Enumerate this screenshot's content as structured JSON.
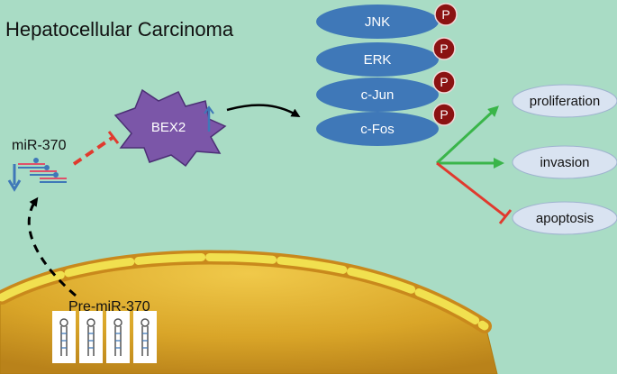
{
  "title": "Hepatocellular Carcinoma",
  "mirna": {
    "label": "miR-370",
    "precursor_label": "Pre-miR-370"
  },
  "target": {
    "label": "BEX2"
  },
  "kinases": [
    {
      "label": "JNK",
      "badge": "P"
    },
    {
      "label": "ERK",
      "badge": "P"
    },
    {
      "label": "c-Jun",
      "badge": "P"
    },
    {
      "label": "c-Fos",
      "badge": "P"
    }
  ],
  "outcomes": [
    {
      "label": "proliferation",
      "effect": "promote"
    },
    {
      "label": "invasion",
      "effect": "promote"
    },
    {
      "label": "apoptosis",
      "effect": "inhibit"
    }
  ],
  "colors": {
    "background": "#a9dcc5",
    "kinase_fill": "#3f78b8",
    "badge_fill": "#8b1212",
    "bex2_fill": "#7b56a8",
    "promote_arrow": "#3ab54a",
    "inhibit_arrow": "#e03a2e",
    "outcome_fill": "#d9e3f1",
    "nucleus_fill": "#e2b534"
  }
}
